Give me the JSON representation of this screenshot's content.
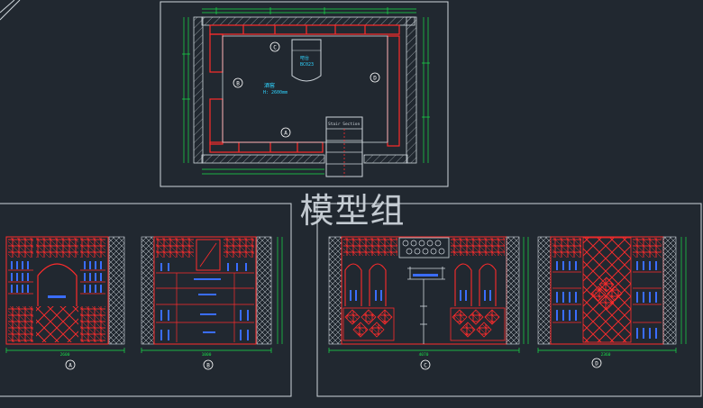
{
  "watermark": "模型组",
  "plan": {
    "room_name": "酒窖",
    "height_note": "H: 2600mm",
    "fixture_label_1": "吧台",
    "fixture_label_2": "BC023",
    "stair_label": "Stair  Section",
    "markers": [
      "A",
      "B",
      "C",
      "D"
    ]
  },
  "elevations": [
    {
      "marker": "A",
      "dimension": "2600"
    },
    {
      "marker": "B",
      "dimension": "1000"
    },
    {
      "marker": "C",
      "dimension": "4070"
    },
    {
      "marker": "D",
      "dimension": "2360"
    }
  ],
  "colors": {
    "background": "#212830",
    "frame": "#cfd6dc",
    "wall": "#ff2b2b",
    "dimension": "#19e04a",
    "detail": "#2fd3ff",
    "furniture": "#3a6dff"
  }
}
